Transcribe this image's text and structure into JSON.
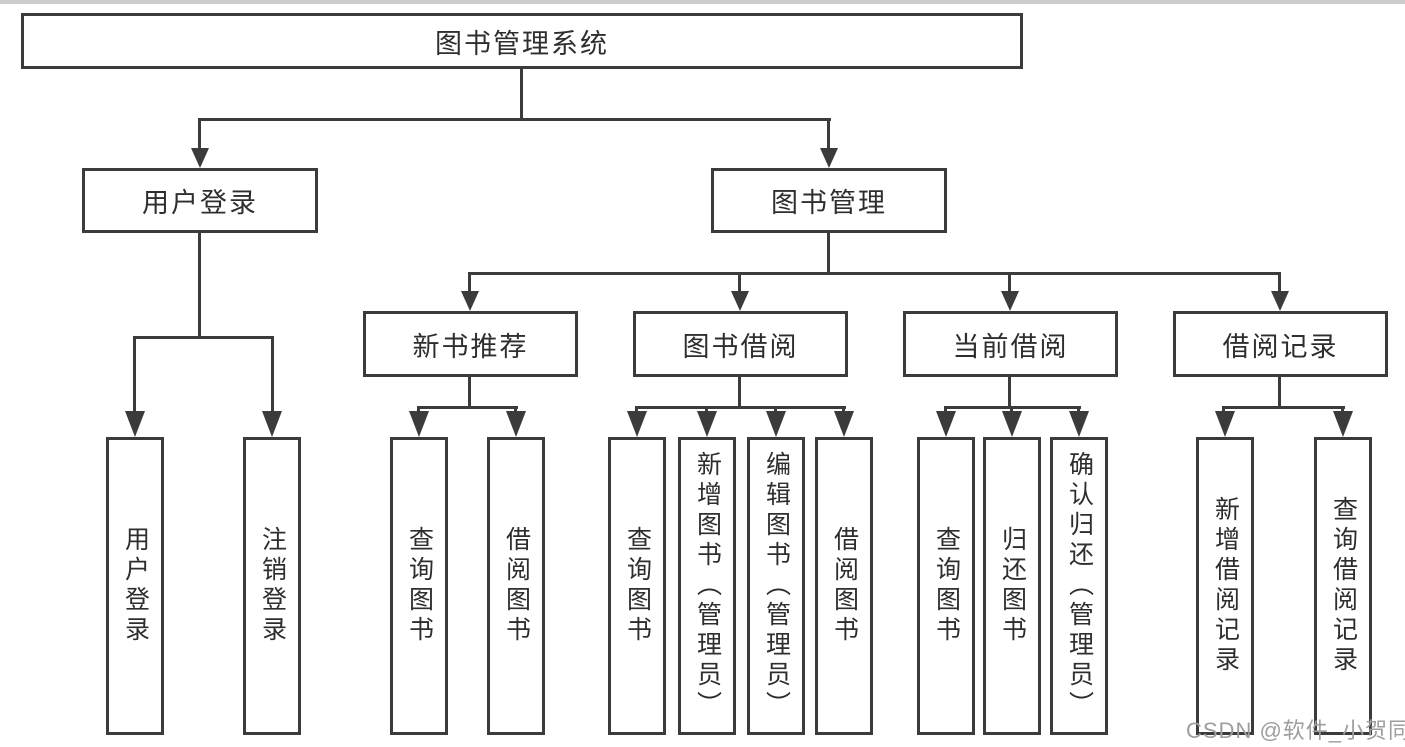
{
  "colors": {
    "line": "#3b3b3b",
    "text": "#2e2e2e",
    "watermark": "#9e9e9e"
  },
  "watermark": {
    "text": "CSDN @软件_小贺同学"
  },
  "diagram": {
    "root": {
      "label": "图书管理系统"
    },
    "branches": [
      {
        "label": "用户登录",
        "children": [
          {
            "label": "用户登录"
          },
          {
            "label": "注销登录"
          }
        ]
      },
      {
        "label": "图书管理",
        "children": [
          {
            "label": "新书推荐",
            "children": [
              {
                "label": "查询图书"
              },
              {
                "label": "借阅图书"
              }
            ]
          },
          {
            "label": "图书借阅",
            "children": [
              {
                "label": "查询图书"
              },
              {
                "label": "新增图书（管理员）"
              },
              {
                "label": "编辑图书（管理员）"
              },
              {
                "label": "借阅图书"
              }
            ]
          },
          {
            "label": "当前借阅",
            "children": [
              {
                "label": "查询图书"
              },
              {
                "label": "归还图书"
              },
              {
                "label": "确认归还（管理员）"
              }
            ]
          },
          {
            "label": "借阅记录",
            "children": [
              {
                "label": "新增借阅记录"
              },
              {
                "label": "查询借阅记录"
              }
            ]
          }
        ]
      }
    ]
  }
}
